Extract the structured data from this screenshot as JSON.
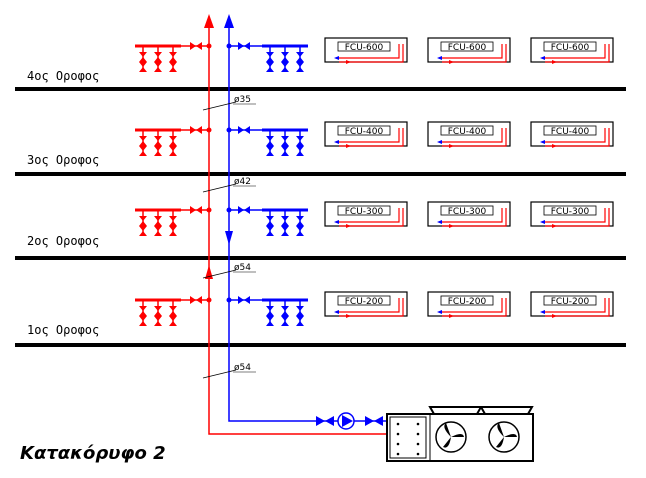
{
  "title": "Κατακόρυφο 2",
  "floors": [
    {
      "label": "4ος  Οροφος",
      "fcu": [
        "FCU-600",
        "FCU-600",
        "FCU-600"
      ]
    },
    {
      "label": "3ος  Οροφος",
      "fcu": [
        "FCU-400",
        "FCU-400",
        "FCU-400"
      ]
    },
    {
      "label": "2ος  Οροφος",
      "fcu": [
        "FCU-300",
        "FCU-300",
        "FCU-300"
      ]
    },
    {
      "label": "1ος  Οροφος",
      "fcu": [
        "FCU-200",
        "FCU-200",
        "FCU-200"
      ]
    }
  ],
  "pipe_sizes": [
    "ø35",
    "ø42",
    "ø54",
    "ø54"
  ],
  "colors": {
    "supply": "#ff0000",
    "return": "#0000ff",
    "slab": "#000000",
    "fcu_coil": "#ff0000"
  },
  "icons": {
    "pump": "circulation-pump-icon",
    "chiller": "air-cooled-chiller-icon",
    "valve": "gate-valve-icon",
    "manifold": "floor-manifold-icon"
  }
}
